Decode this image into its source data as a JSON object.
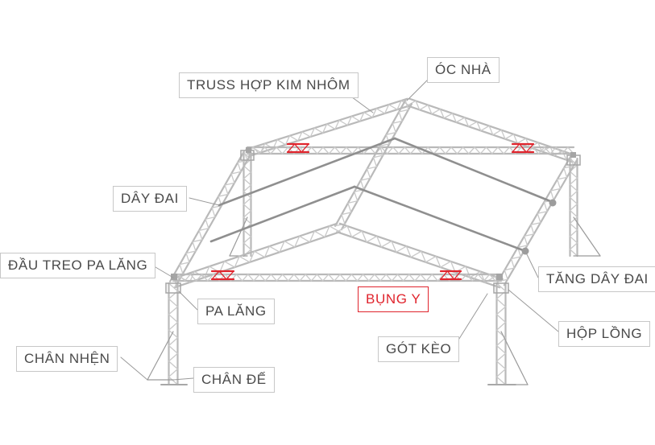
{
  "labels": {
    "truss": "TRUSS HỢP KIM NHÔM",
    "ridge": "ÓC NHÀ",
    "strap": "DÂY ĐAI",
    "hoist_head": "ĐẦU TREO PA LĂNG",
    "hoist": "PA LĂNG",
    "center_brace": "BỤNG Y",
    "strap_tensioner": "TĂNG DÂY ĐAI",
    "rafter_heel": "GÓT KÈO",
    "sleeve_block": "HỘP LỒNG",
    "outrigger": "CHÂN NHỆN",
    "base_plate": "CHÂN ĐẾ"
  },
  "colors": {
    "truss": "#b9b9b9",
    "truss_lace": "#c9c9c9",
    "highlight": "#e0242d",
    "leader": "#9a9a9a",
    "label_border": "#c7c7c7",
    "label_text": "#4a4a4a",
    "strap": "#8f8f8f"
  }
}
